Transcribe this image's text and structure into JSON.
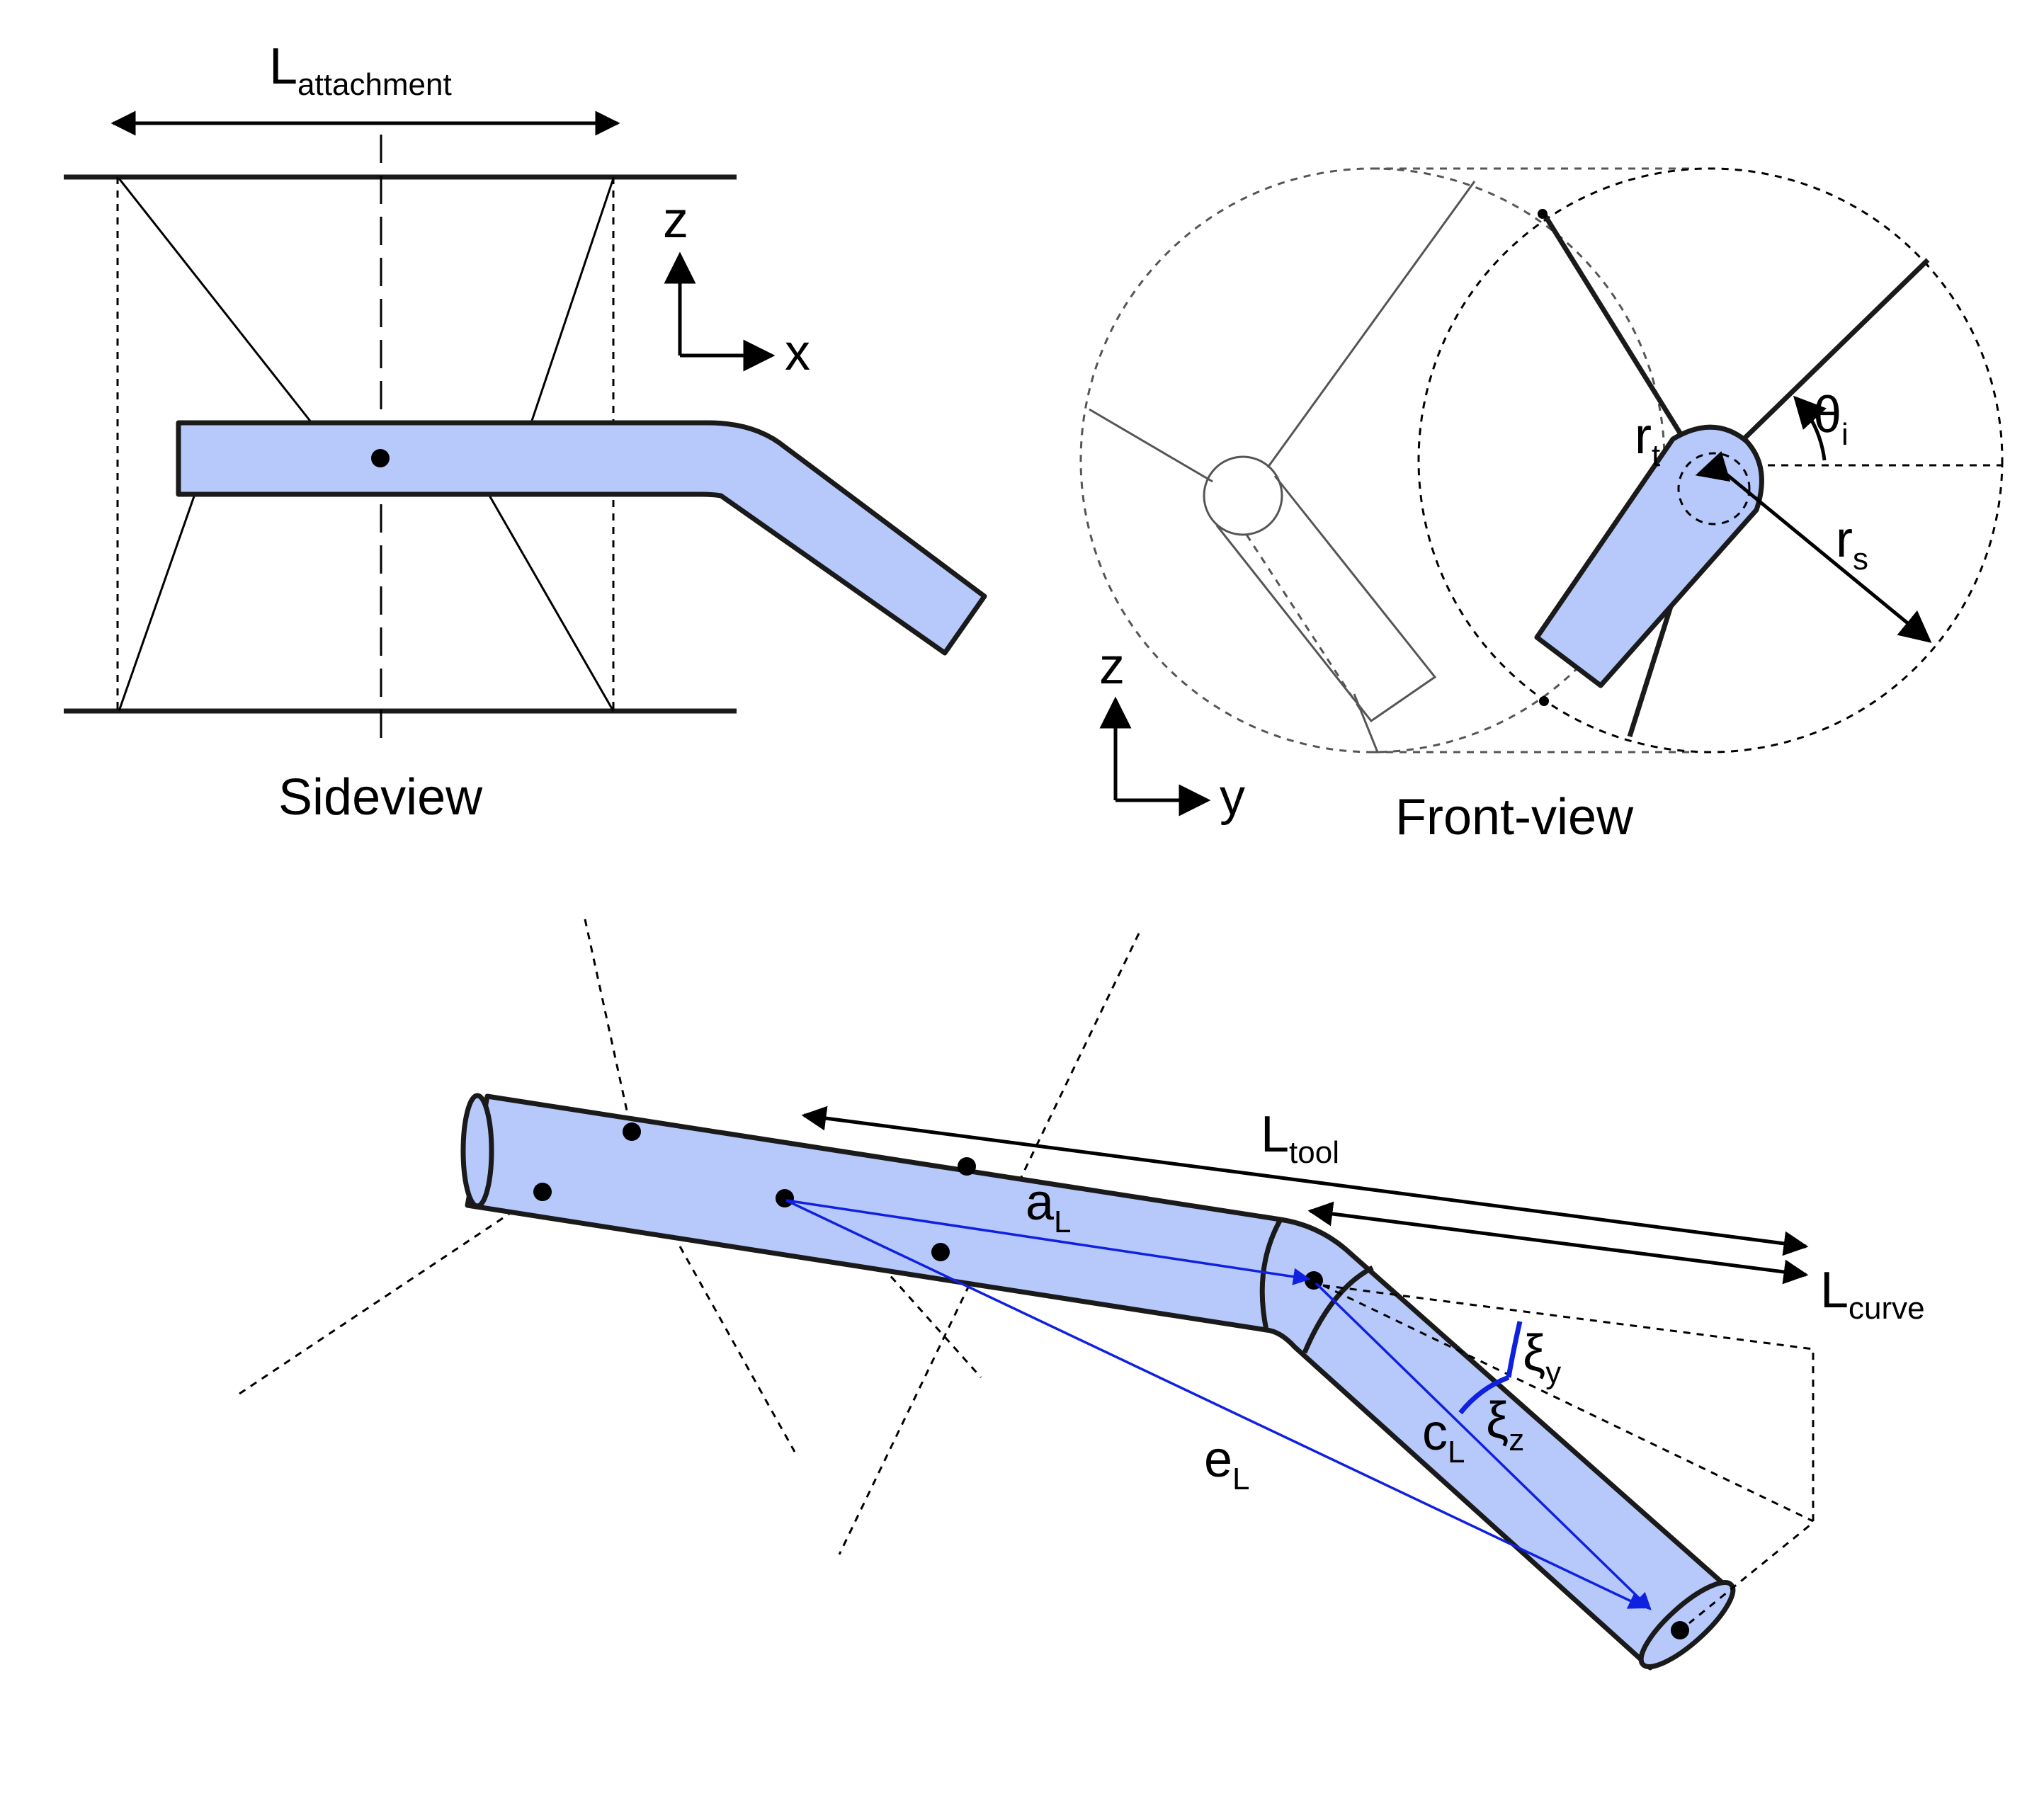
{
  "sideview": {
    "caption": "Sideview",
    "dim_label_main": "L",
    "dim_label_sub": "attachment",
    "axis_z": "z",
    "axis_x": "x"
  },
  "frontview": {
    "caption": "Front-view",
    "axis_z": "z",
    "axis_y": "y",
    "rt_main": "r",
    "rt_sub": "t",
    "rs_main": "r",
    "rs_sub": "s",
    "theta_main": "θ",
    "theta_sub": "i"
  },
  "tool3d": {
    "ltool_main": "L",
    "ltool_sub": "tool",
    "lcurve_main": "L",
    "lcurve_sub": "curve",
    "al_main": "a",
    "al_sub": "L",
    "el_main": "e",
    "el_sub": "L",
    "cl_main": "c",
    "cl_sub": "L",
    "xiy_main": "ξ",
    "xiy_sub": "y",
    "xiz_main": "ξ",
    "xiz_sub": "z"
  },
  "colors": {
    "tube_fill": "#b7c9fb",
    "vector_blue": "#1020e0"
  }
}
